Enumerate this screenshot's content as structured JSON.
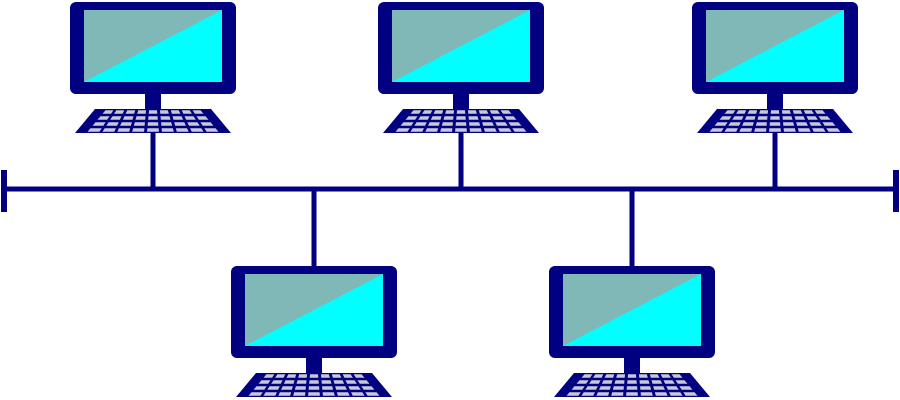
{
  "topology": "bus",
  "colors": {
    "background": "#ffffff",
    "frame": "#000080",
    "cable": "#000080",
    "screen_light": "#00ffff",
    "screen_dark": "#80b8b8",
    "keyboard": "#000080",
    "keys": "#c8c8d8"
  },
  "bus": {
    "terminators": 2
  },
  "nodes": [
    {
      "id": "computer-1",
      "icon": "desktop-computer-icon",
      "side": "above"
    },
    {
      "id": "computer-2",
      "icon": "desktop-computer-icon",
      "side": "above"
    },
    {
      "id": "computer-3",
      "icon": "desktop-computer-icon",
      "side": "above"
    },
    {
      "id": "computer-4",
      "icon": "desktop-computer-icon",
      "side": "below"
    },
    {
      "id": "computer-5",
      "icon": "desktop-computer-icon",
      "side": "below"
    }
  ]
}
